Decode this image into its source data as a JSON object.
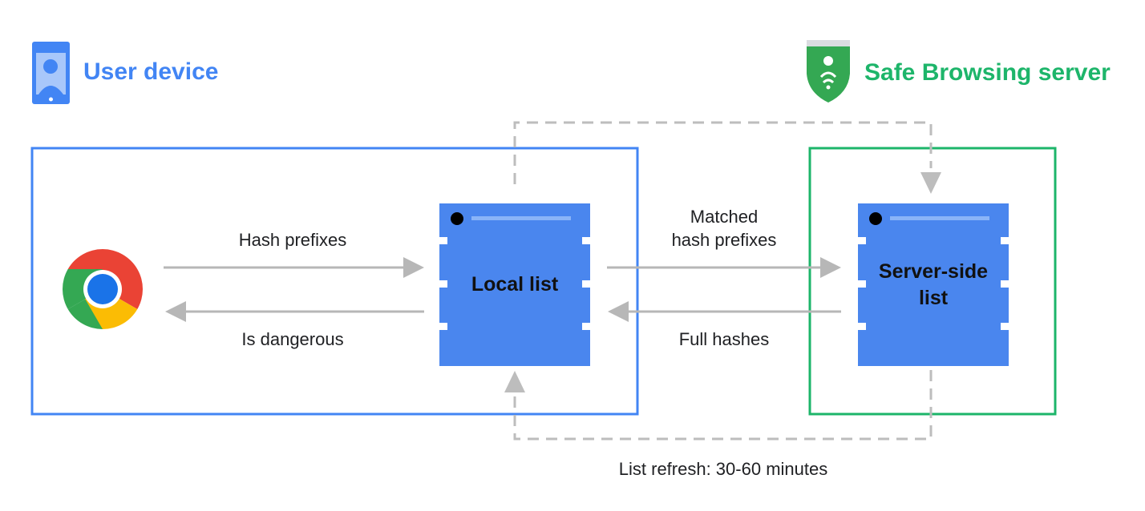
{
  "header": {
    "user_device": "User device",
    "server": "Safe Browsing server"
  },
  "nodes": {
    "local_list": "Local list",
    "server_list_line1": "Server-side",
    "server_list_line2": "list"
  },
  "edges": {
    "hash_prefixes": "Hash prefixes",
    "is_dangerous": "Is dangerous",
    "matched_line1": "Matched",
    "matched_line2": "hash prefixes",
    "full_hashes": "Full hashes",
    "refresh": "List refresh: 30-60 minutes"
  },
  "colors": {
    "device_blue": "#4285F4",
    "server_green": "#1DB56A",
    "list_blue": "#4A86EE",
    "arrow_gray": "#B7B7B7",
    "dash_gray": "#BDBDBD"
  },
  "icons": [
    "phone-user-icon",
    "shield-wifi-icon",
    "chrome-logo-icon"
  ]
}
